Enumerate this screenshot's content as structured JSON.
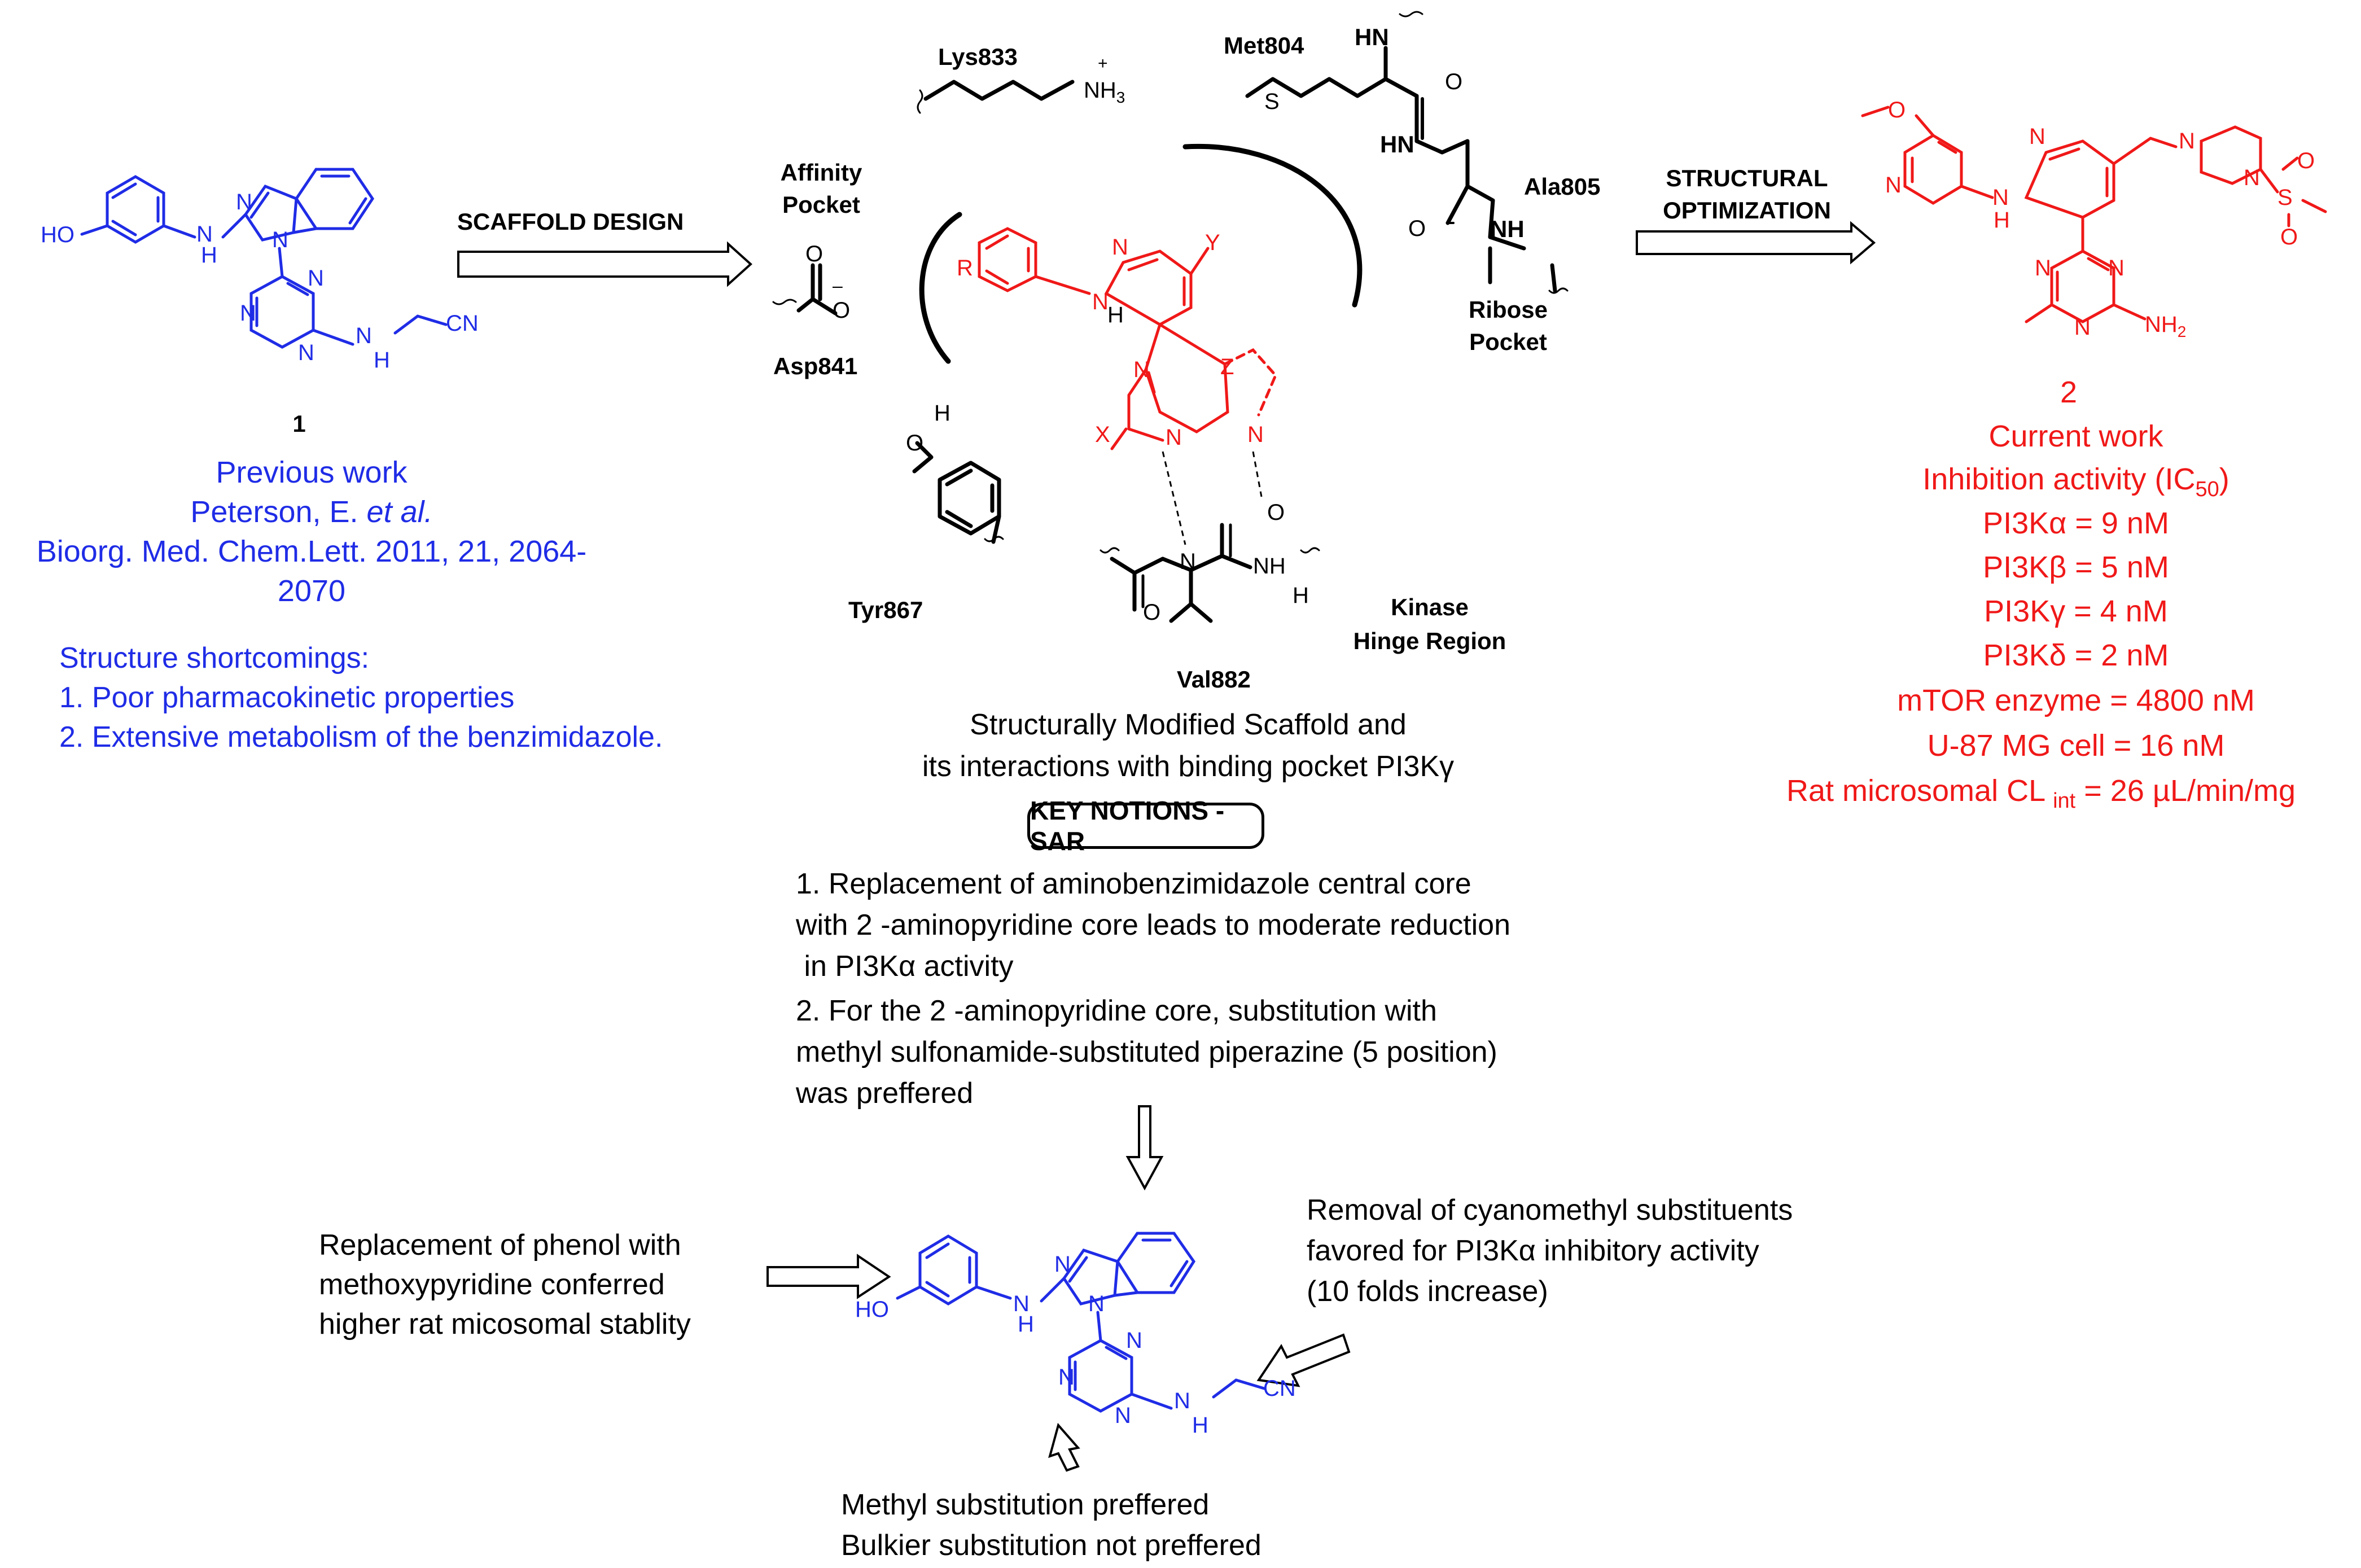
{
  "compound1": {
    "number": "1",
    "atoms": {
      "ho": "HO",
      "nh_left": "N",
      "h_left": "H",
      "n_imid": "N",
      "n_imid2": "N",
      "n_tri1": "N",
      "n_tri2": "N",
      "n_tri3": "N",
      "nh_right": "N",
      "h_right": "H",
      "cn": "CN"
    },
    "caption": [
      "Previous work",
      "Peterson, E. ",
      "et al.",
      "Bioorg. Med. Chem.Lett. 2011, 21, 2064-",
      "2070"
    ],
    "shortcomings": [
      "Structure shortcomings:",
      "1. Poor pharmacokinetic properties",
      "2. Extensive metabolism of the benzimidazole."
    ]
  },
  "arrows": {
    "scaffold_design": "SCAFFOLD DESIGN",
    "structural_optimization": [
      "STRUCTURAL",
      "OPTIMIZATION"
    ]
  },
  "binding_site": {
    "lys": {
      "name": "Lys833",
      "nh3": "NH",
      "sub3": "3",
      "plus": "+"
    },
    "met": {
      "name": "Met804",
      "hn": "HN",
      "s": "S",
      "o1": "O",
      "hn2": "HN",
      "o2": "O",
      "nh": "NH"
    },
    "ala": "Ala805",
    "ribose": [
      "Ribose",
      "Pocket"
    ],
    "affinity": [
      "Affinity",
      "Pocket"
    ],
    "asp": {
      "name": "Asp841",
      "o": "O",
      "ominus": "O",
      "minus": "–"
    },
    "tyr": {
      "name": "Tyr867",
      "h": "H",
      "o": "O"
    },
    "val": {
      "name": "Val882",
      "n": "N",
      "o1": "O",
      "o2": "O",
      "nh": "NH",
      "h": "H"
    },
    "hinge": [
      "Kinase",
      "Hinge Region"
    ],
    "scaffold_atoms": {
      "r": "R",
      "nh_n": "N",
      "nh_h": "H",
      "pyr_n": "N",
      "y": "Y",
      "n1": "N",
      "z": "Z",
      "x": "X",
      "n2": "N",
      "n3": "N"
    },
    "caption": [
      "Structurally Modified Scaffold and",
      "its interactions with binding pocket PI3Kγ"
    ]
  },
  "key_notions": {
    "title": "KEY NOTIONS -SAR",
    "lines": [
      "1. Replacement of  aminobenzimidazole central core",
      "with 2 -aminopyridine core leads to moderate reduction",
      " in PI3Kα activity",
      "2. For the 2 -aminopyridine core, substitution with",
      "methyl sulfonamide-substituted piperazine (5 position)",
      "was preffered"
    ]
  },
  "compound2": {
    "number": "2",
    "atoms": {
      "o": "O",
      "n_py1": "N",
      "nh": "N",
      "h": "H",
      "n_py2": "N",
      "n_pip1": "N",
      "n_pip2": "N",
      "s": "S",
      "o1": "O",
      "o2": "O",
      "n_tri1": "N",
      "n_tri2": "N",
      "n_tri3": "N",
      "nh2": "NH",
      "sub2": "2"
    },
    "caption": [
      "Current work",
      "Inhibition activity (IC",
      "50",
      ")"
    ],
    "activities": [
      "PI3Kα = 9 nM",
      "PI3Kβ = 5 nM",
      "PI3Kγ = 4 nM",
      "PI3Kδ = 2 nM",
      "mTOR enzyme = 4800 nM",
      "U-87 MG cell = 16 nM"
    ],
    "microsomal": {
      "pre": "Rat microsomal CL ",
      "sub": "int",
      "post": " = 26 µL/min/mg"
    }
  },
  "bottom": {
    "left_note": [
      "Replacement of phenol with",
      "methoxypyridine conferred",
      "higher rat micosomal stablity"
    ],
    "right_note": [
      "Removal of cyanomethyl substituents",
      "favored for PI3Kα inhibitory activity",
      "(10 folds increase)"
    ],
    "bottom_note": [
      "Methyl substitution preffered",
      "Bulkier substitution not preffered"
    ]
  },
  "colors": {
    "blue": "#1f2ce6",
    "red": "#f01818",
    "black": "#000000"
  }
}
